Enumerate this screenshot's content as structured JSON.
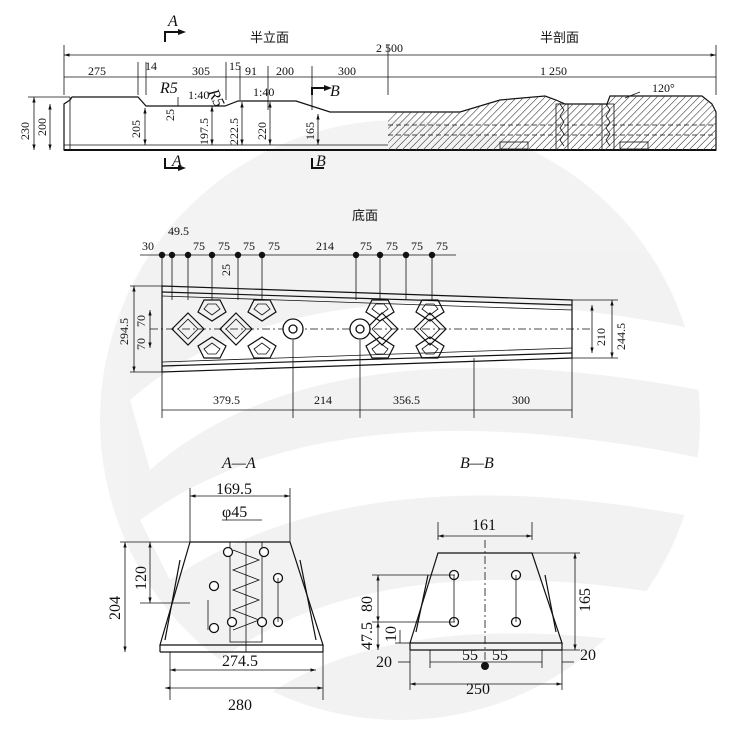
{
  "elevation": {
    "left_title": "半立面",
    "right_title": "半剖面",
    "section_a": "A",
    "section_b": "B",
    "dims_top": {
      "total": "2 500",
      "d275": "275",
      "d14": "14",
      "d305": "305",
      "d15": "15",
      "d91": "91",
      "d200": "200",
      "d300": "300",
      "d1250": "1 250",
      "r5a": "R5",
      "r5b": "R5",
      "slope1": "1:40",
      "slope2": "1:40",
      "angle": "120°"
    },
    "dims_vertical": {
      "h230": "230",
      "h200": "200",
      "h205": "205",
      "h25": "25",
      "h197": "197.5",
      "h222": "222.5",
      "h220": "220",
      "h165": "165"
    }
  },
  "bottom_view": {
    "title": "底面",
    "top_dims": [
      "30",
      "49.5",
      "75",
      "75",
      "75",
      "75",
      "214",
      "75",
      "75",
      "75",
      "75"
    ],
    "d25": "25",
    "left_dims": {
      "total": "294.5",
      "a": "70",
      "b": "70"
    },
    "right_dims": {
      "inner": "210",
      "outer": "244.5"
    },
    "bottom_dims": [
      "379.5",
      "214",
      "356.5",
      "300"
    ]
  },
  "section_aa": {
    "title": "A—A",
    "top_width": "169.5",
    "hole_dia": "φ45",
    "h120": "120",
    "h204": "204",
    "bottom_inner": "274.5",
    "bottom_outer": "280"
  },
  "section_bb": {
    "title": "B—B",
    "top_width": "161",
    "h165": "165",
    "h80": "80",
    "h47": "47.5",
    "h10": "10",
    "d20a": "20",
    "d55a": "55",
    "d55b": "55",
    "d20b": "20",
    "bottom_width": "250"
  }
}
